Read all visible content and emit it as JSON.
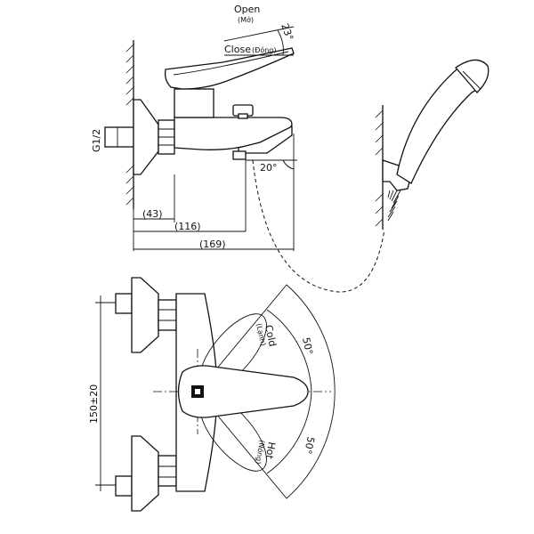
{
  "labels": {
    "open": "Open",
    "open_vn": "(Mở)",
    "close": "Close",
    "close_vn": "(Đóng)",
    "cold": "Cold",
    "cold_vn": "(Lạnh)",
    "hot": "Hot",
    "hot_vn": "(Nóng)"
  },
  "dimensions": {
    "thread": "G1/2",
    "d43": "(43)",
    "d116": "(116)",
    "d169": "(169)",
    "height": "150±20",
    "angle_handle": "23°",
    "angle_spout": "20°",
    "angle_cold": "50°",
    "angle_hot": "50°"
  }
}
